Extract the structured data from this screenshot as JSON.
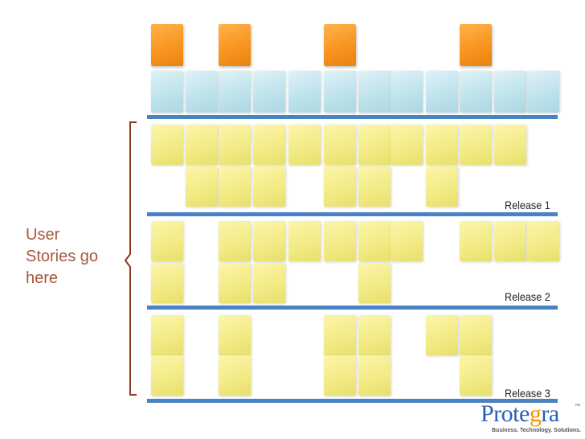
{
  "sidebar_label": "User Stories go here",
  "releases": [
    "Release 1",
    "Release 2",
    "Release 3"
  ],
  "logo": {
    "word_start": "Prote",
    "word_accent": "g",
    "word_end": "ra",
    "trademark": "™",
    "tagline": "Business. Technology. Solutions."
  },
  "colors": {
    "bracket": "#8b3a22",
    "label": "#a4583b",
    "release_line": "#4a83c1",
    "orange_note": "#f7931e",
    "blue_note": "#bfe3ec",
    "yellow_note": "#f3eb86"
  }
}
